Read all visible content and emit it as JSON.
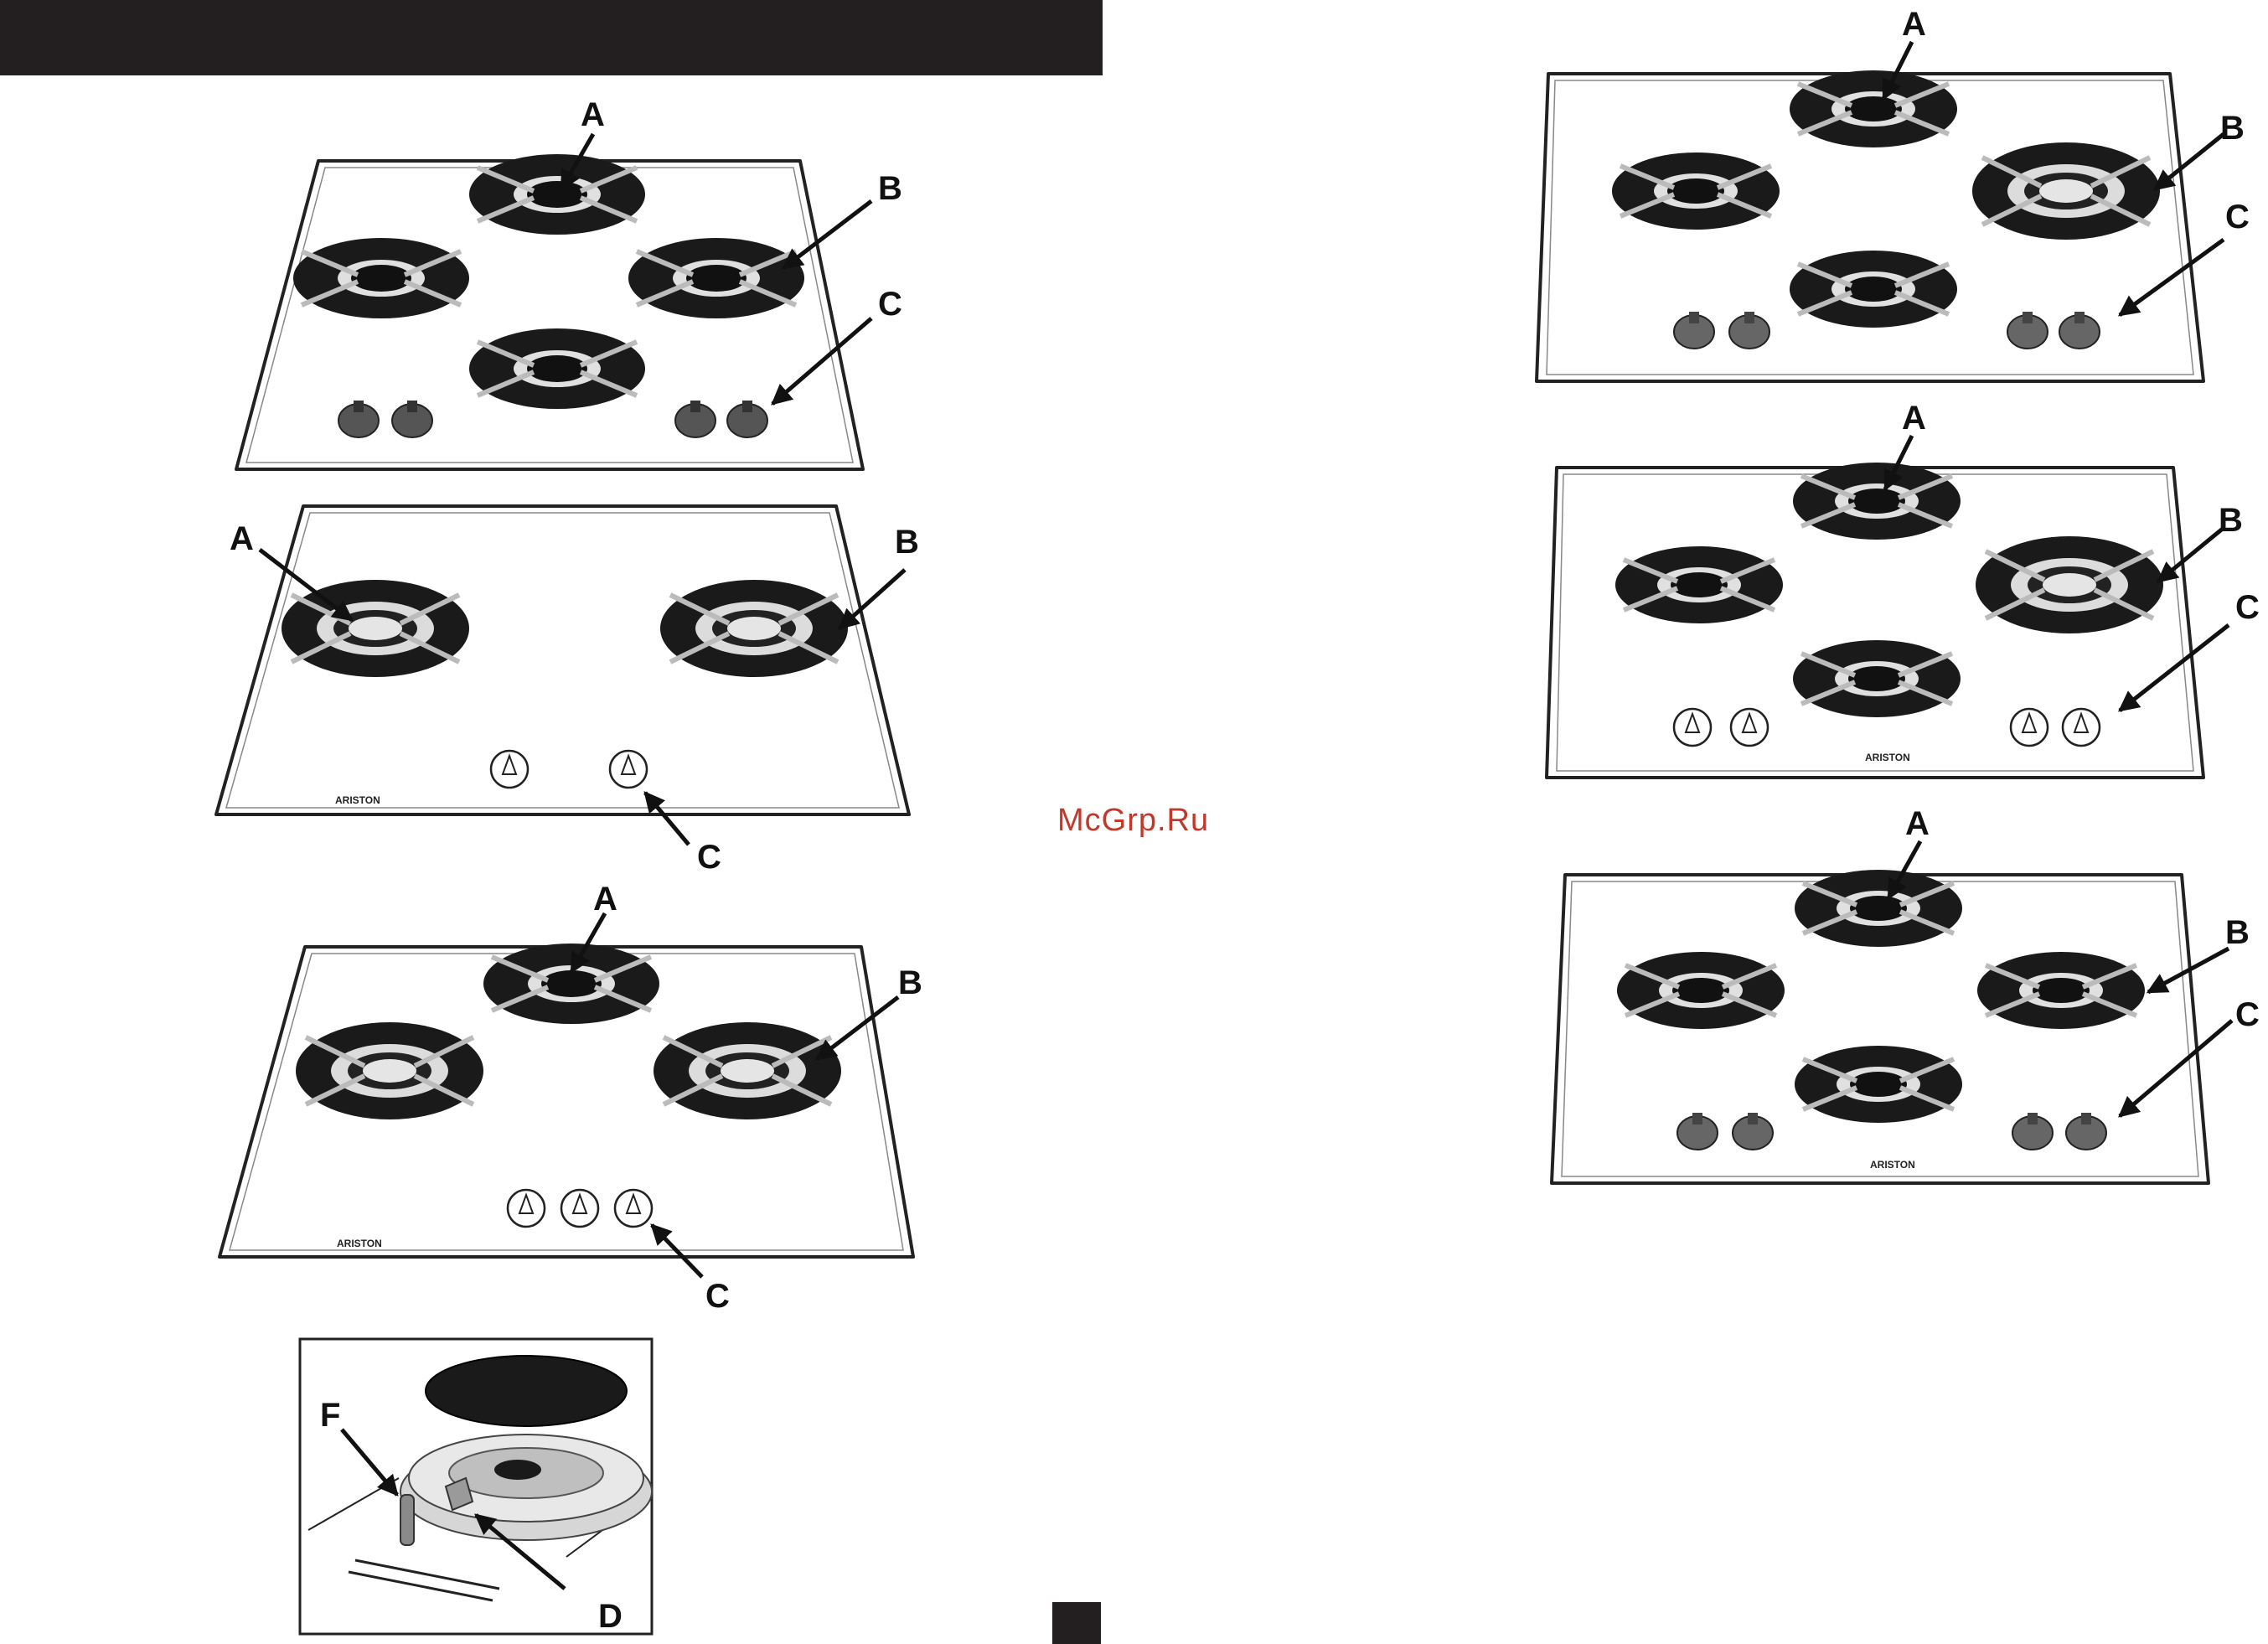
{
  "watermark": "McGrp.Ru",
  "brand": "ARISTON",
  "labels": {
    "a": "A",
    "b": "B",
    "c": "C",
    "d": "D",
    "f": "F"
  },
  "colors": {
    "header": "#231f20",
    "watermark": "#c0392b",
    "pan": "#1a1a1a"
  }
}
